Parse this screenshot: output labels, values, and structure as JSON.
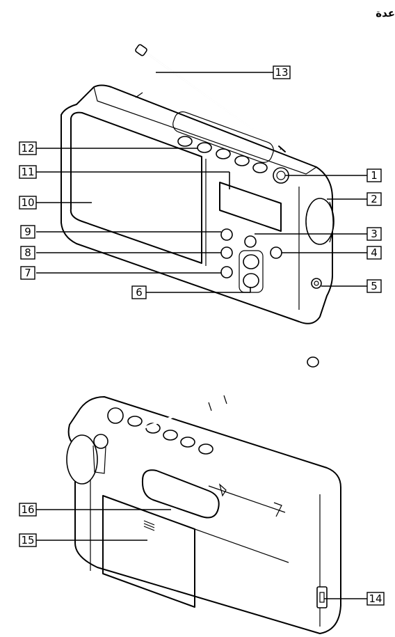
{
  "header": {
    "text": "عدة"
  },
  "callouts": {
    "c1": "1",
    "c2": "2",
    "c3": "3",
    "c4": "4",
    "c5": "5",
    "c6": "6",
    "c7": "7",
    "c8": "8",
    "c9": "9",
    "c10": "10",
    "c11": "11",
    "c12": "12",
    "c13": "13",
    "c14": "14",
    "c15": "15",
    "c16": "16"
  }
}
